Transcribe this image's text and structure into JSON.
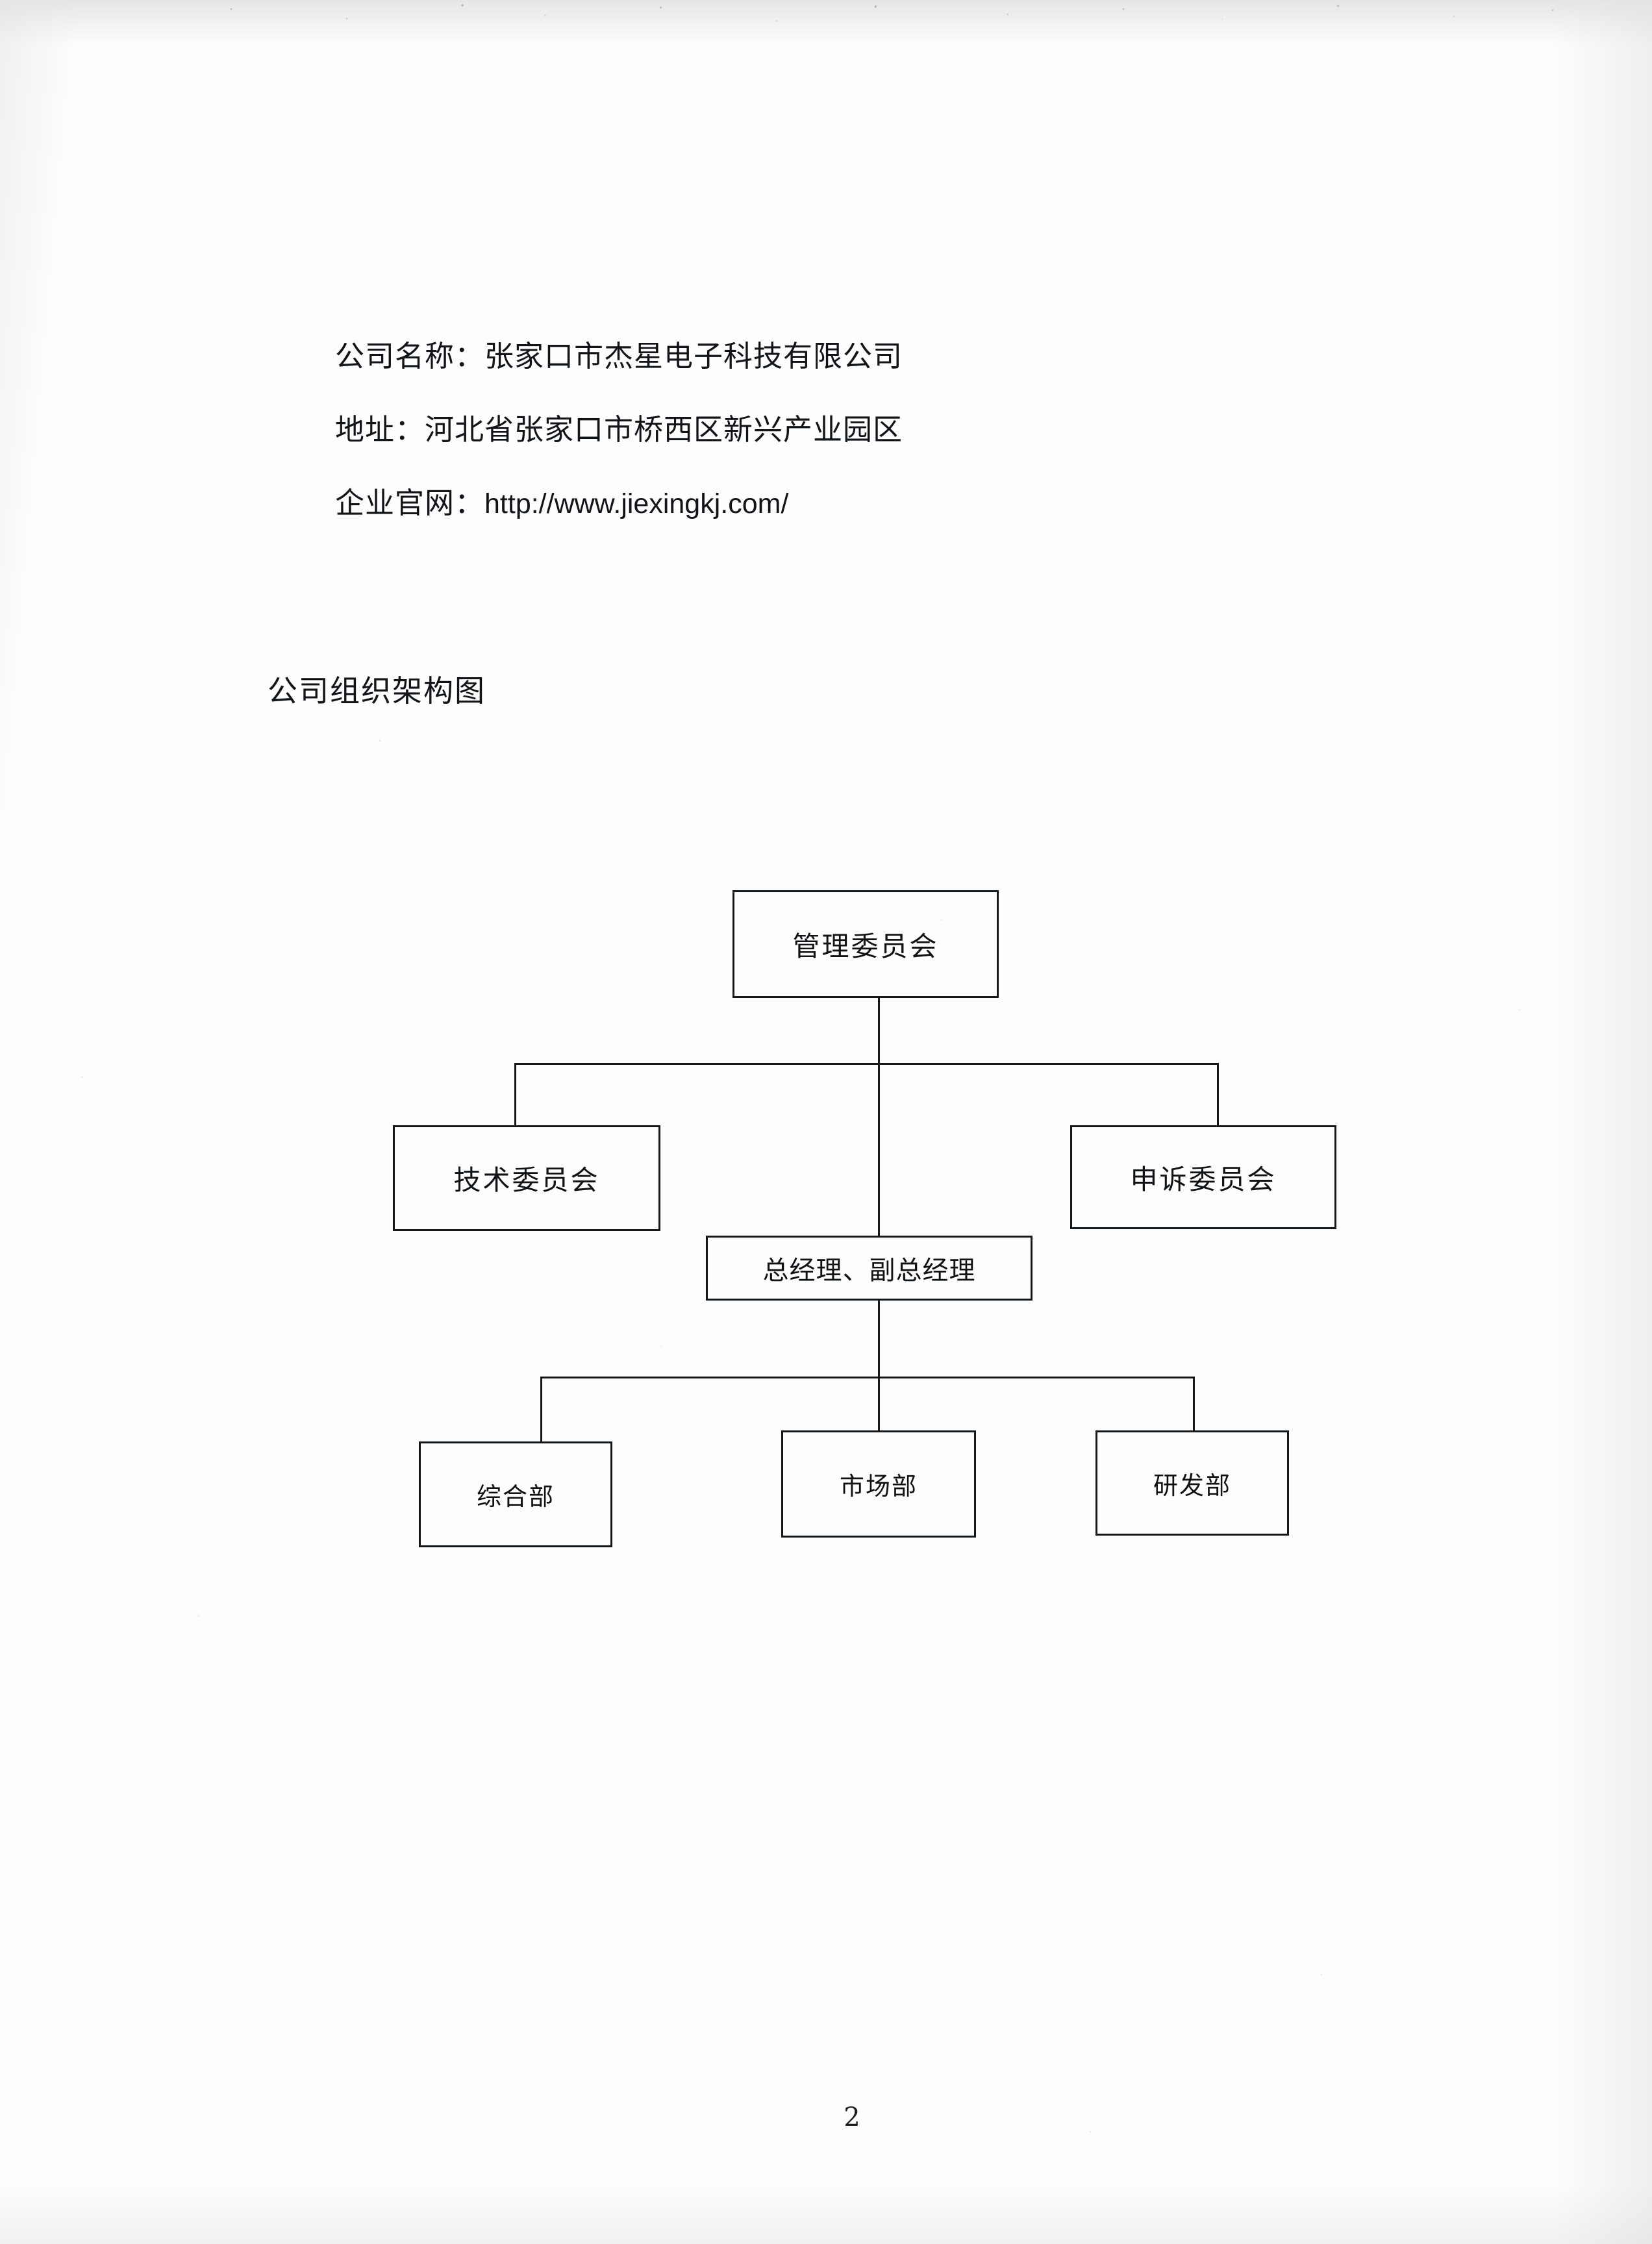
{
  "page": {
    "background_color": "#fcfcfc",
    "ink_color": "#15181b",
    "page_number": "2"
  },
  "company_info": {
    "name_line": "公司名称：张家口市杰星电子科技有限公司",
    "address_line": "地址：河北省张家口市桥西区新兴产业园区",
    "website_label": "企业官网：",
    "website_url": "http://www.jiexingkj.com/"
  },
  "section": {
    "title": "公司组织架构图"
  },
  "chart_data": {
    "type": "diagram",
    "title": "公司组织架构图",
    "orientation": "top-down",
    "levels": [
      {
        "level": 1,
        "nodes": [
          {
            "id": "mgmt-committee",
            "label": "管理委员会"
          }
        ]
      },
      {
        "level": 2,
        "nodes": [
          {
            "id": "tech-committee",
            "label": "技术委员会"
          },
          {
            "id": "general-manager",
            "label": "总经理、副总经理"
          },
          {
            "id": "appeal-committee",
            "label": "申诉委员会"
          }
        ]
      },
      {
        "level": 3,
        "nodes": [
          {
            "id": "general-affairs-dept",
            "label": "综合部"
          },
          {
            "id": "marketing-dept",
            "label": "市场部"
          },
          {
            "id": "rnd-dept",
            "label": "研发部"
          }
        ]
      }
    ],
    "edges": [
      {
        "from": "mgmt-committee",
        "to": "tech-committee"
      },
      {
        "from": "mgmt-committee",
        "to": "general-manager"
      },
      {
        "from": "mgmt-committee",
        "to": "appeal-committee"
      },
      {
        "from": "general-manager",
        "to": "general-affairs-dept"
      },
      {
        "from": "general-manager",
        "to": "marketing-dept"
      },
      {
        "from": "general-manager",
        "to": "rnd-dept"
      }
    ]
  }
}
